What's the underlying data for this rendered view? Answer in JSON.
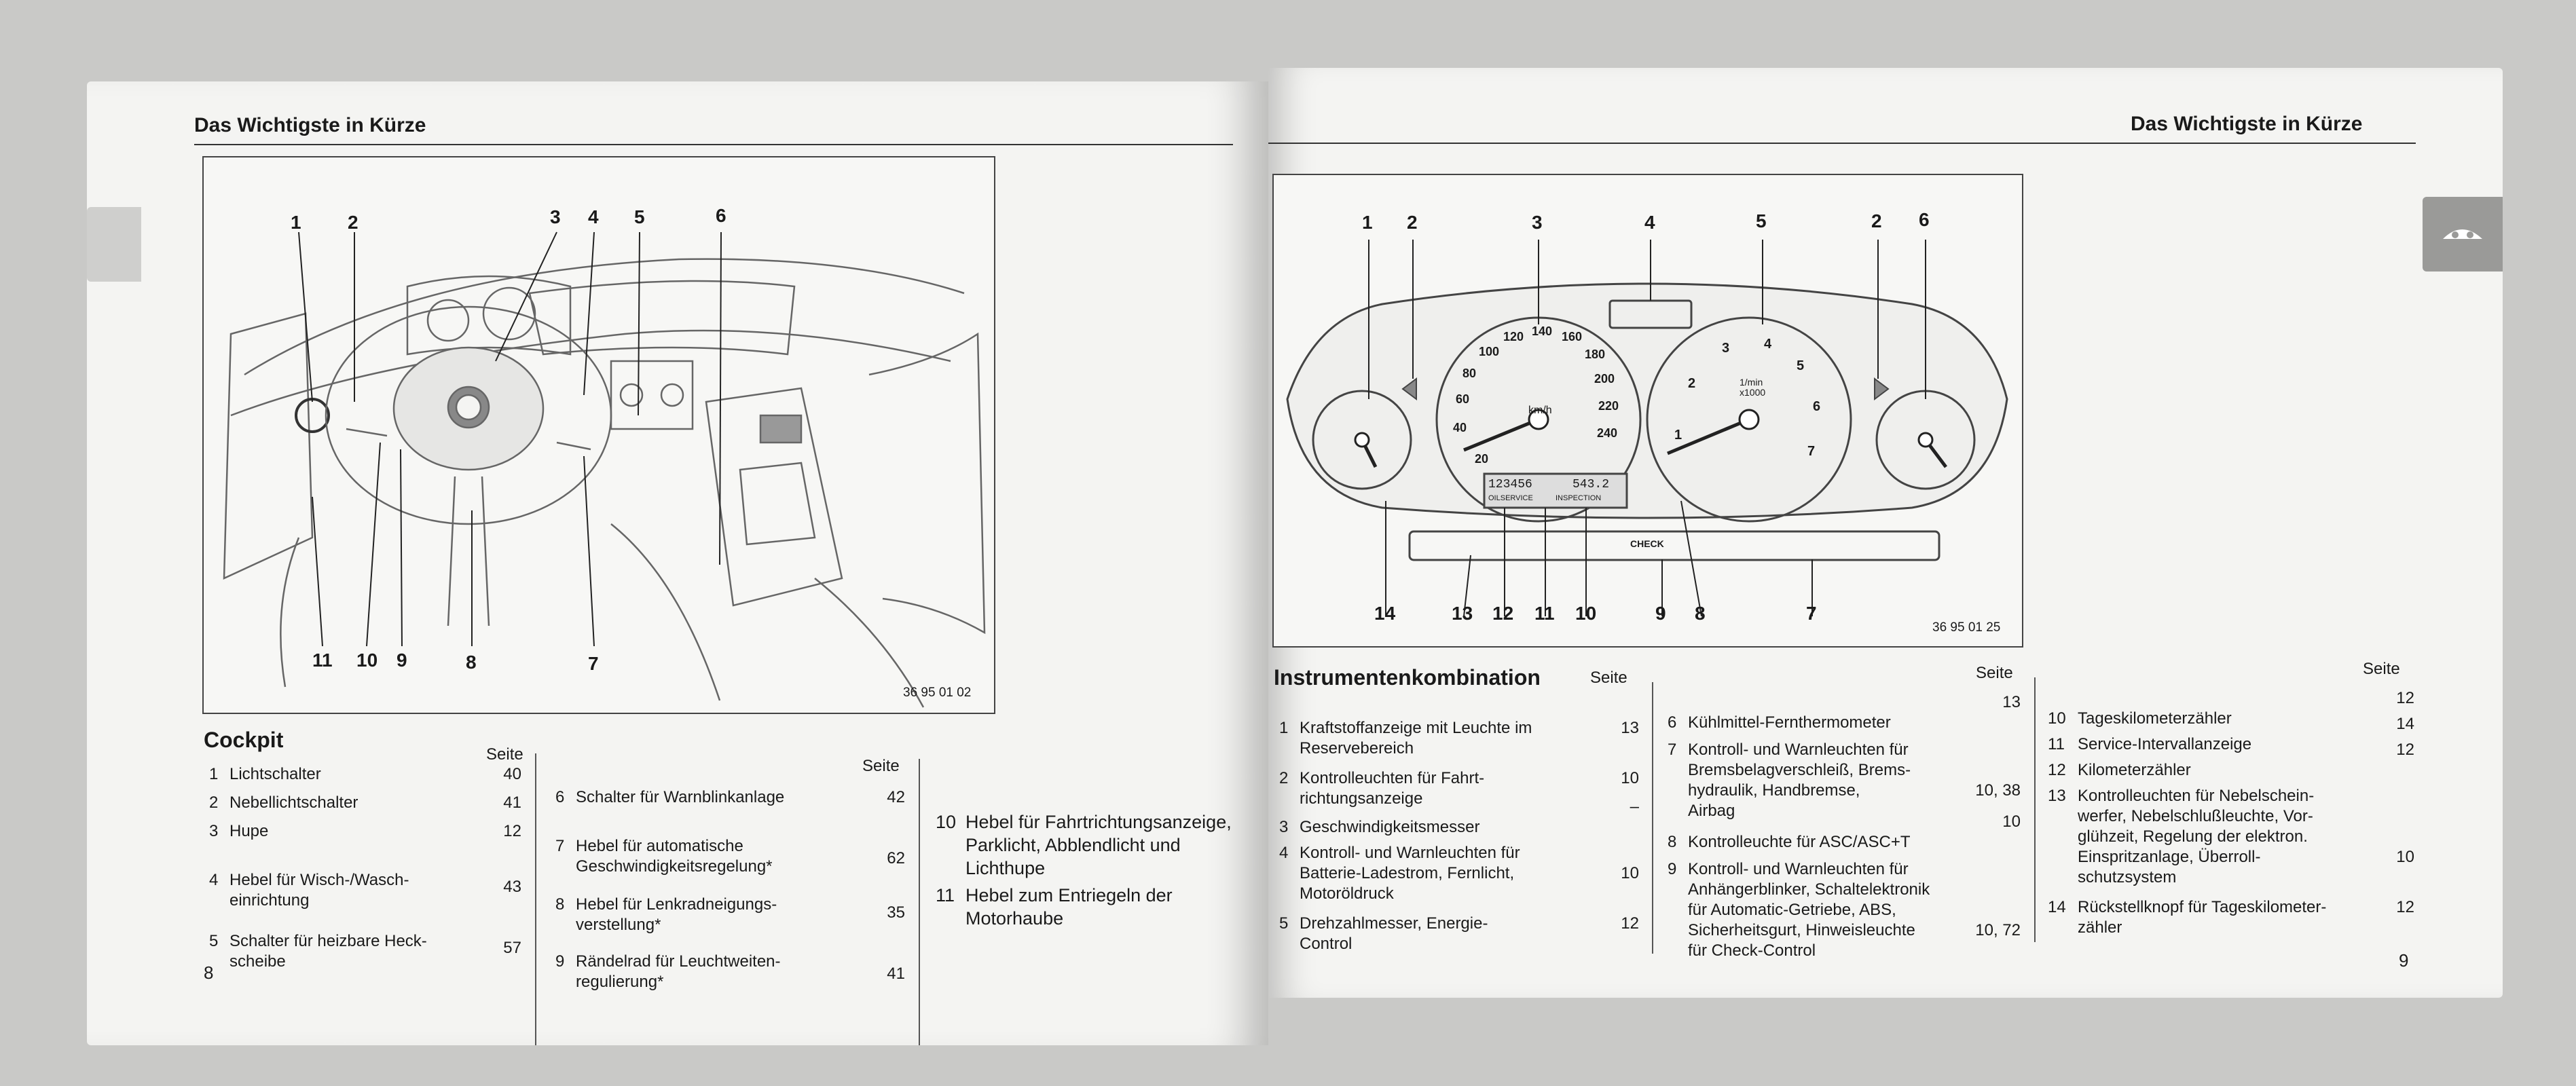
{
  "left": {
    "header": "Das Wichtigste in Kürze",
    "figure_code": "36 95 01 02",
    "figure_callouts_top": [
      "1",
      "2",
      "3",
      "4",
      "5",
      "6"
    ],
    "figure_callouts_bottom": [
      "11",
      "10",
      "9",
      "8",
      "7"
    ],
    "section_title": "Cockpit",
    "seite_label": "Seite",
    "col1": [
      {
        "num": "1",
        "text": "Lichtschalter",
        "page": "40"
      },
      {
        "num": "2",
        "text": "Nebellichtschalter",
        "page": "41"
      },
      {
        "num": "3",
        "text": "Hupe",
        "page": "12"
      },
      {
        "num": "4",
        "text": "Hebel für Wisch-/Wasch-\neinrichtung",
        "page": "43"
      },
      {
        "num": "5",
        "text": "Schalter für heizbare Heck-\nscheibe",
        "page": "57"
      }
    ],
    "col2": [
      {
        "num": "6",
        "text": "Schalter für Warnblinkanlage",
        "page": "42"
      },
      {
        "num": "7",
        "text": "Hebel für automatische\nGeschwindigkeitsregelung*",
        "page": "62"
      },
      {
        "num": "8",
        "text": "Hebel für Lenkradneigungs-\nverstellung*",
        "page": "35"
      },
      {
        "num": "9",
        "text": "Rändelrad für Leuchtweiten-\nregulierung*",
        "page": "41"
      }
    ],
    "col3": [
      {
        "num": "10",
        "text": "Hebel für Fahrtrichtungsanzeige,\nParklicht, Abblendlicht und\nLichthupe"
      },
      {
        "num": "11",
        "text": "Hebel  zum Entriegeln der\nMotorhaube"
      }
    ],
    "page_number": "8"
  },
  "right": {
    "header": "Das Wichtigste in Kürze",
    "figure_code": "36 95 01 25",
    "figure_callouts_top": [
      "1",
      "2",
      "3",
      "4",
      "5",
      "2",
      "6"
    ],
    "figure_callouts_bottom": [
      "14",
      "13",
      "12",
      "11",
      "10",
      "9",
      "8",
      "7"
    ],
    "gauges": {
      "speed_ticks": [
        "20",
        "40",
        "60",
        "80",
        "100",
        "120",
        "140",
        "160",
        "180",
        "200",
        "220",
        "240"
      ],
      "speed_unit": "km/h",
      "rpm_ticks": [
        "1",
        "2",
        "3",
        "4",
        "5",
        "6",
        "7"
      ],
      "rpm_unit": "1/min\nx1000",
      "odometer": "123456",
      "trip": "543.2",
      "check_label": "CHECK",
      "oil_service": "OILSERVICE",
      "inspection": "INSPECTION"
    },
    "section_title": "Instrumentenkombination",
    "seite_label": "Seite",
    "col1": [
      {
        "num": "1",
        "text": "Kraftstoffanzeige mit Leuchte im\nReservebereich",
        "page": "13"
      },
      {
        "num": "2",
        "text": "Kontrolleuchten für Fahrt-\nrichtungsanzeige",
        "page": "10"
      },
      {
        "num": "3",
        "text": "Geschwindigkeitsmesser",
        "page": "–"
      },
      {
        "num": "4",
        "text": "Kontroll- und Warnleuchten für\nBatterie-Ladestrom, Fernlicht,\nMotoröldruck",
        "page": "10"
      },
      {
        "num": "5",
        "text": "Drehzahlmesser, Energie-\nControl",
        "page": "12"
      }
    ],
    "col2": [
      {
        "num": "6",
        "text": "Kühlmittel-Fernthermometer",
        "page": "13"
      },
      {
        "num": "7",
        "text": "Kontroll- und Warnleuchten für\nBremsbelagverschleiß, Brems-\nhydraulik, Handbremse,\nAirbag",
        "page": "10, 38"
      },
      {
        "num": "8",
        "text": "Kontrolleuchte für ASC/ASC+T",
        "page": "10"
      },
      {
        "num": "9",
        "text": "Kontroll- und Warnleuchten für\nAnhängerblinker, Schaltelektronik\nfür Automatic-Getriebe, ABS,\nSicherheitsgurt, Hinweisleuchte\nfür Check-Control",
        "page": "10, 72"
      }
    ],
    "col3": [
      {
        "num": "10",
        "text": "Tageskilometerzähler",
        "page": "12"
      },
      {
        "num": "11",
        "text": "Service-Intervallanzeige",
        "page": "14"
      },
      {
        "num": "12",
        "text": "Kilometerzähler",
        "page": "12"
      },
      {
        "num": "13",
        "text": "Kontrolleuchten für Nebelschein-\nwerfer, Nebelschlußleuchte, Vor-\nglühzeit, Regelung der elektron.\nEinspritzanlage, Überroll-\nschutzsystem",
        "page": "10"
      },
      {
        "num": "14",
        "text": "Rückstellknopf für Tageskilometer-\nzähler",
        "page": "12"
      }
    ],
    "page_number": "9"
  }
}
